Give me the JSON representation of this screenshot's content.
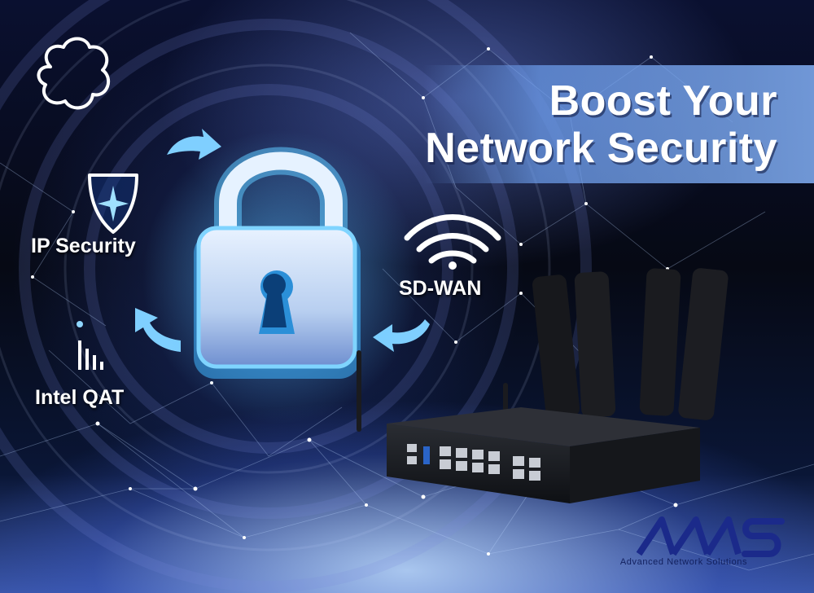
{
  "headline": {
    "line1": "Boost Your",
    "line2": "Network Security"
  },
  "features": {
    "ip_security": "IP Security",
    "sd_wan": "SD-WAN",
    "intel_qat": "Intel QAT"
  },
  "brand": {
    "tagline": "Advanced Network Solutions",
    "logo_color": "#1b2a8a"
  },
  "icons": [
    "puzzle-outline-icon",
    "shield-icon",
    "wifi-icon",
    "signal-bars-icon",
    "arrow-icon",
    "padlock-icon"
  ],
  "colors": {
    "accent_blue": "#6fc3ff",
    "title_band": "#8bb0f0",
    "text": "#ffffff"
  }
}
